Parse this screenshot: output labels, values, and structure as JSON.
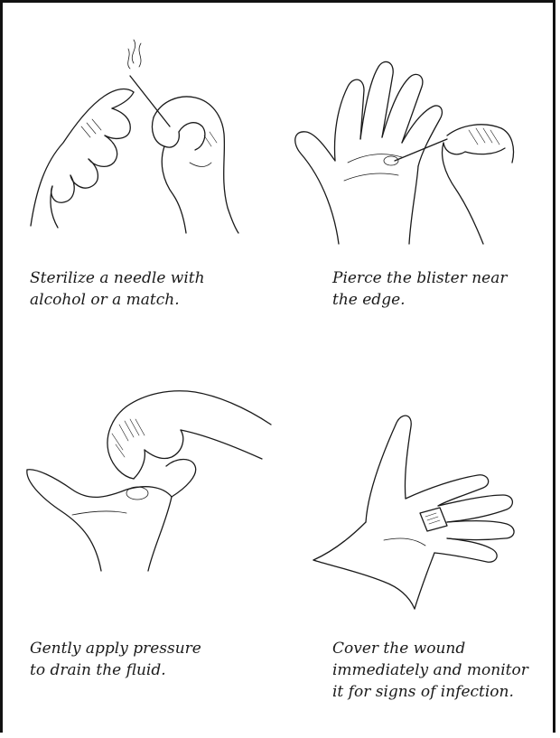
{
  "steps": [
    {
      "caption": "Sterilize a needle with\nalcohol or a match."
    },
    {
      "caption": "Pierce the blister near\nthe edge."
    },
    {
      "caption": "Gently apply pressure\nto drain the fluid."
    },
    {
      "caption": "Cover the wound\nimmediately and monitor\nit for signs of infection."
    }
  ]
}
